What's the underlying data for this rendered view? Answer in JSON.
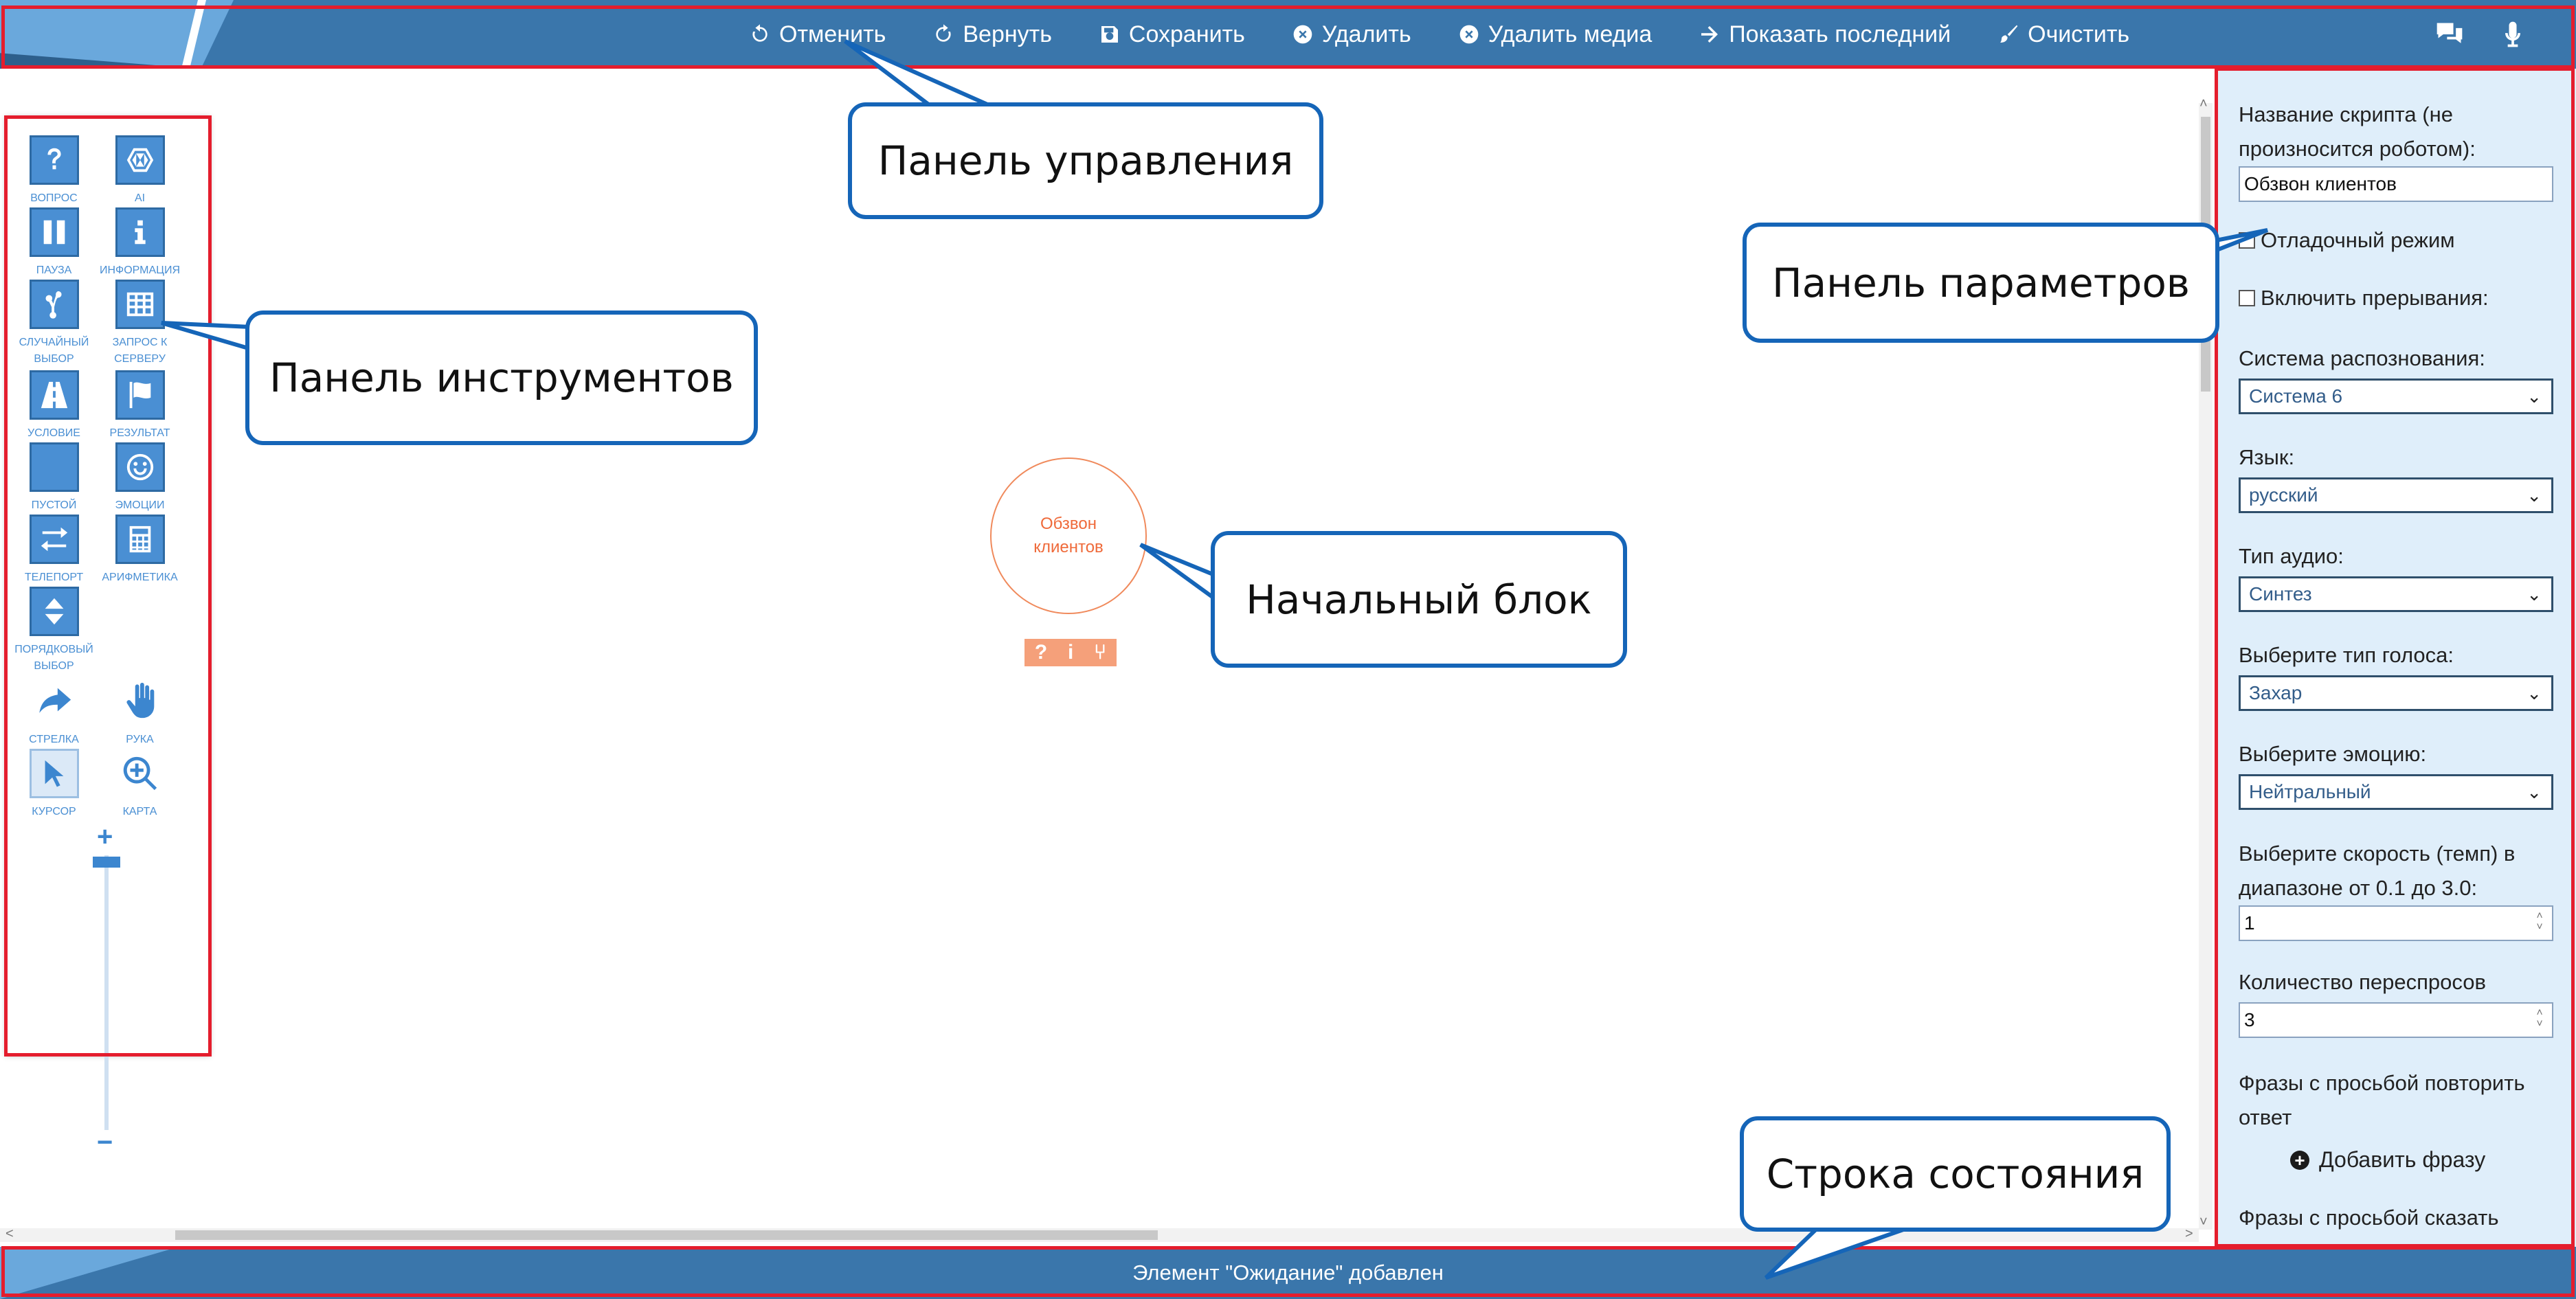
{
  "toolbar": {
    "undo": "Отменить",
    "redo": "Вернуть",
    "save": "Сохранить",
    "delete": "Удалить",
    "delete_media": "Удалить медиа",
    "show_last": "Показать последний",
    "clear": "Очистить"
  },
  "tools": {
    "question": "ВОПРОС",
    "ai": "AI",
    "pause": "ПАУЗА",
    "info": "ИНФОРМАЦИЯ",
    "random_choice": "СЛУЧАЙНЫЙ ВЫБОР",
    "server_request": "ЗАПРОС К СЕРВЕРУ",
    "condition": "УСЛОВИЕ",
    "result": "РЕЗУЛЬТАТ",
    "empty": "ПУСТОЙ",
    "emotions": "ЭМОЦИИ",
    "teleport": "ТЕЛЕПОРТ",
    "arithmetic": "АРИФМЕТИКА",
    "ordinal_choice": "ПОРЯДКОВЫЙ ВЫБОР",
    "arrow": "СТРЕЛКА",
    "hand": "РУКА",
    "cursor": "КУРСОР",
    "map": "КАРТА"
  },
  "canvas": {
    "start_node": "Обзвон клиентов"
  },
  "params": {
    "script_name_label": "Название скрипта (не произносится роботом):",
    "script_name_value": "Обзвон клиентов",
    "debug_mode": "Отладочный режим",
    "interruptions": "Включить прерывания:",
    "recognition_label": "Система распознования:",
    "recognition_value": "Система 6",
    "language_label": "Язык:",
    "language_value": "русский",
    "audio_label": "Тип аудио:",
    "audio_value": "Синтез",
    "voice_label": "Выберите тип голоса:",
    "voice_value": "Захар",
    "emotion_label": "Выберите эмоцию:",
    "emotion_value": "Нейтральный",
    "speed_label": "Выберите скорость (темп) в диапазоне от 0.1 до 3.0:",
    "speed_value": "1",
    "reasks_label": "Количество переспросов",
    "reasks_value": "3",
    "repeat_phrases_label": "Фразы с просьбой повторить ответ",
    "add_phrase": "Добавить фразу",
    "say_phrases_label": "Фразы с просьбой сказать"
  },
  "status": {
    "message": "Элемент \"Ожидание\" добавлен"
  },
  "callouts": {
    "control_panel": "Панель управления",
    "params_panel": "Панель параметров",
    "tools_panel": "Панель инструментов",
    "start_block": "Начальный блок",
    "status_bar": "Строка состояния"
  },
  "colors": {
    "toolbar_bg": "#3a76ab",
    "tool_icon": "#4a8fd3",
    "params_bg": "#dfeefa",
    "start_node": "#ef6a3a",
    "callout_border": "#1565b8",
    "highlight_frame": "#e41d2d"
  }
}
